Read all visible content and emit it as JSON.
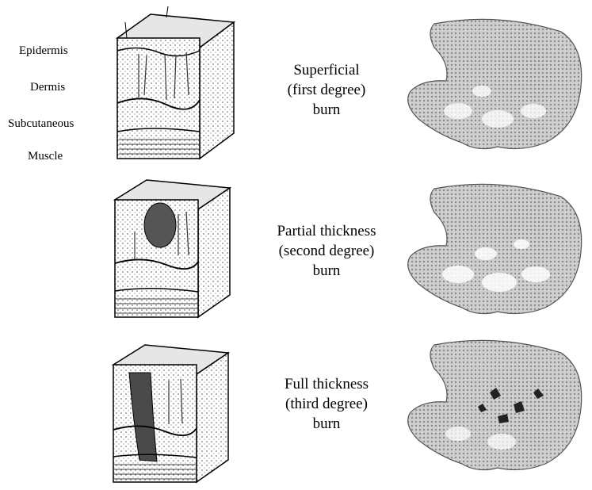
{
  "layer_labels": {
    "epidermis": "Epidermis",
    "dermis": "Dermis",
    "subcutaneous": "Subcutaneous",
    "muscle": "Muscle"
  },
  "burns": [
    {
      "line1": "Superficial",
      "line2": "(first degree)",
      "line3": "burn"
    },
    {
      "line1": "Partial thickness",
      "line2": "(second degree)",
      "line3": "burn"
    },
    {
      "line1": "Full thickness",
      "line2": "(third degree)",
      "line3": "burn"
    }
  ],
  "icons": {
    "skin": "skin-cross-section-block",
    "hand": "burned-hand-illustration"
  },
  "colors": {
    "ink": "#000000",
    "shade": "#7a7a7a",
    "paper": "#ffffff"
  }
}
